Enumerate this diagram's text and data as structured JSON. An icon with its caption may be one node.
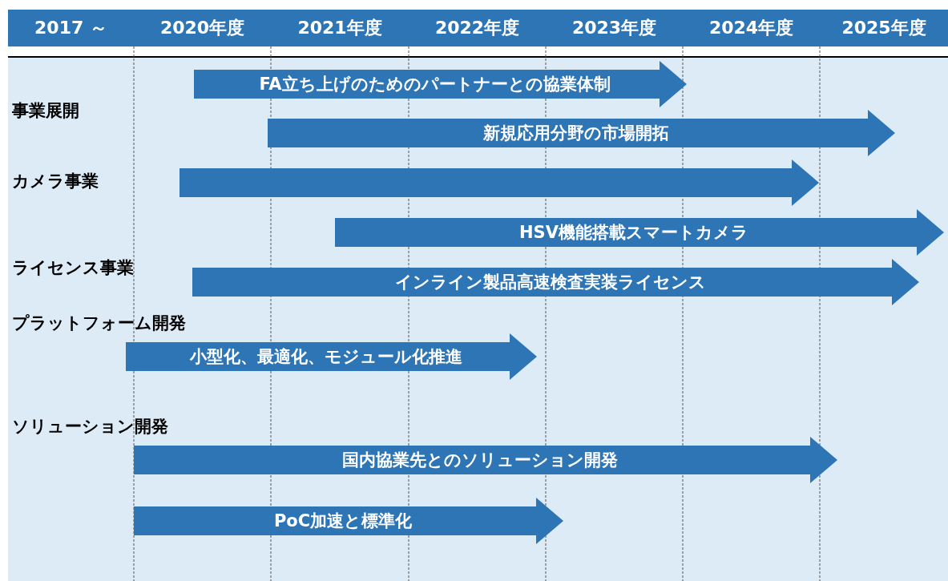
{
  "diagram": {
    "nodes": [
      {
        "text": [
          "FA立ち上げのためのパートナーとの協業体制"
        ]
      },
      {
        "text": [
          "新規応用分野の市場開拓"
        ]
      },
      {
        "text": [],
        "shape": "arrow"
      },
      {
        "text": [
          "HSV機能搭載スマートカメラ"
        ]
      },
      {
        "text": [
          "インライン製品高速検査実装ライセンス"
        ]
      },
      {
        "text": [
          "小型化、最適化、モジュール化推進"
        ]
      },
      {
        "text": [
          "国内協業先とのソリューション開発"
        ]
      },
      {
        "text": [
          "PoC加速と標準化"
        ]
      }
    ],
    "labels": [
      "2017 ～",
      "2020年度",
      "2021年度",
      "2022年度",
      "2023年度",
      "2024年度",
      "2025年度",
      "事業展開",
      "カメラ事業",
      "ライセンス事業",
      "プラットフォーム開発",
      "ソリューション開発"
    ]
  }
}
